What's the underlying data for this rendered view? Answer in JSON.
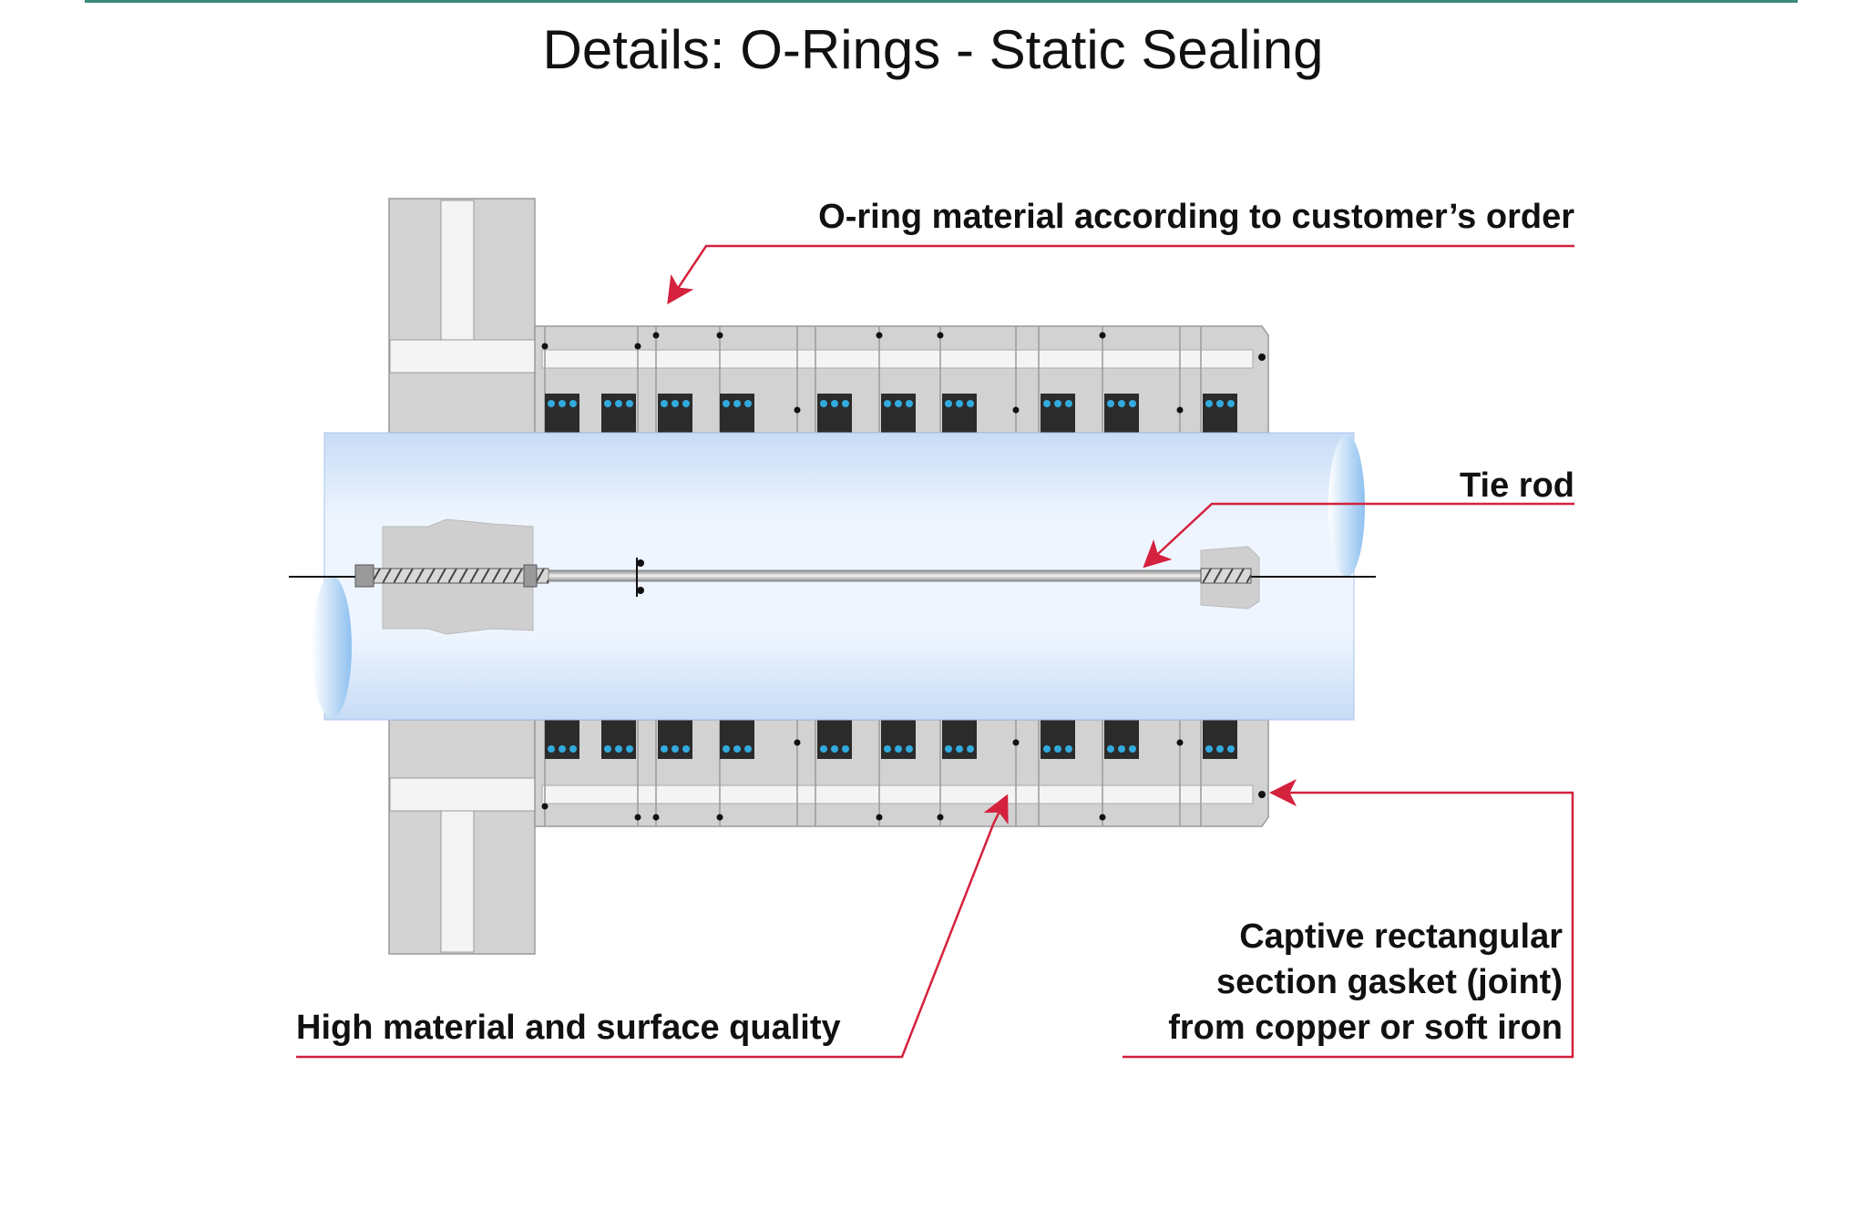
{
  "title": "Details: O-Rings - Static Sealing",
  "labels": {
    "oring_material": "O-ring material according to customer’s order",
    "tie_rod": "Tie rod",
    "surface_quality": "High material and surface quality",
    "gasket_line1": "Captive rectangular",
    "gasket_line2": "section gasket (joint)",
    "gasket_line3": "from copper or soft iron"
  },
  "colors": {
    "accent_rule": "#3a8a7c",
    "callout_line": "#d4213d",
    "housing": "#d2d2d2",
    "seal": "#2b2b2b",
    "o_ring": "#33aadd",
    "shaft": "#dcebfb"
  }
}
